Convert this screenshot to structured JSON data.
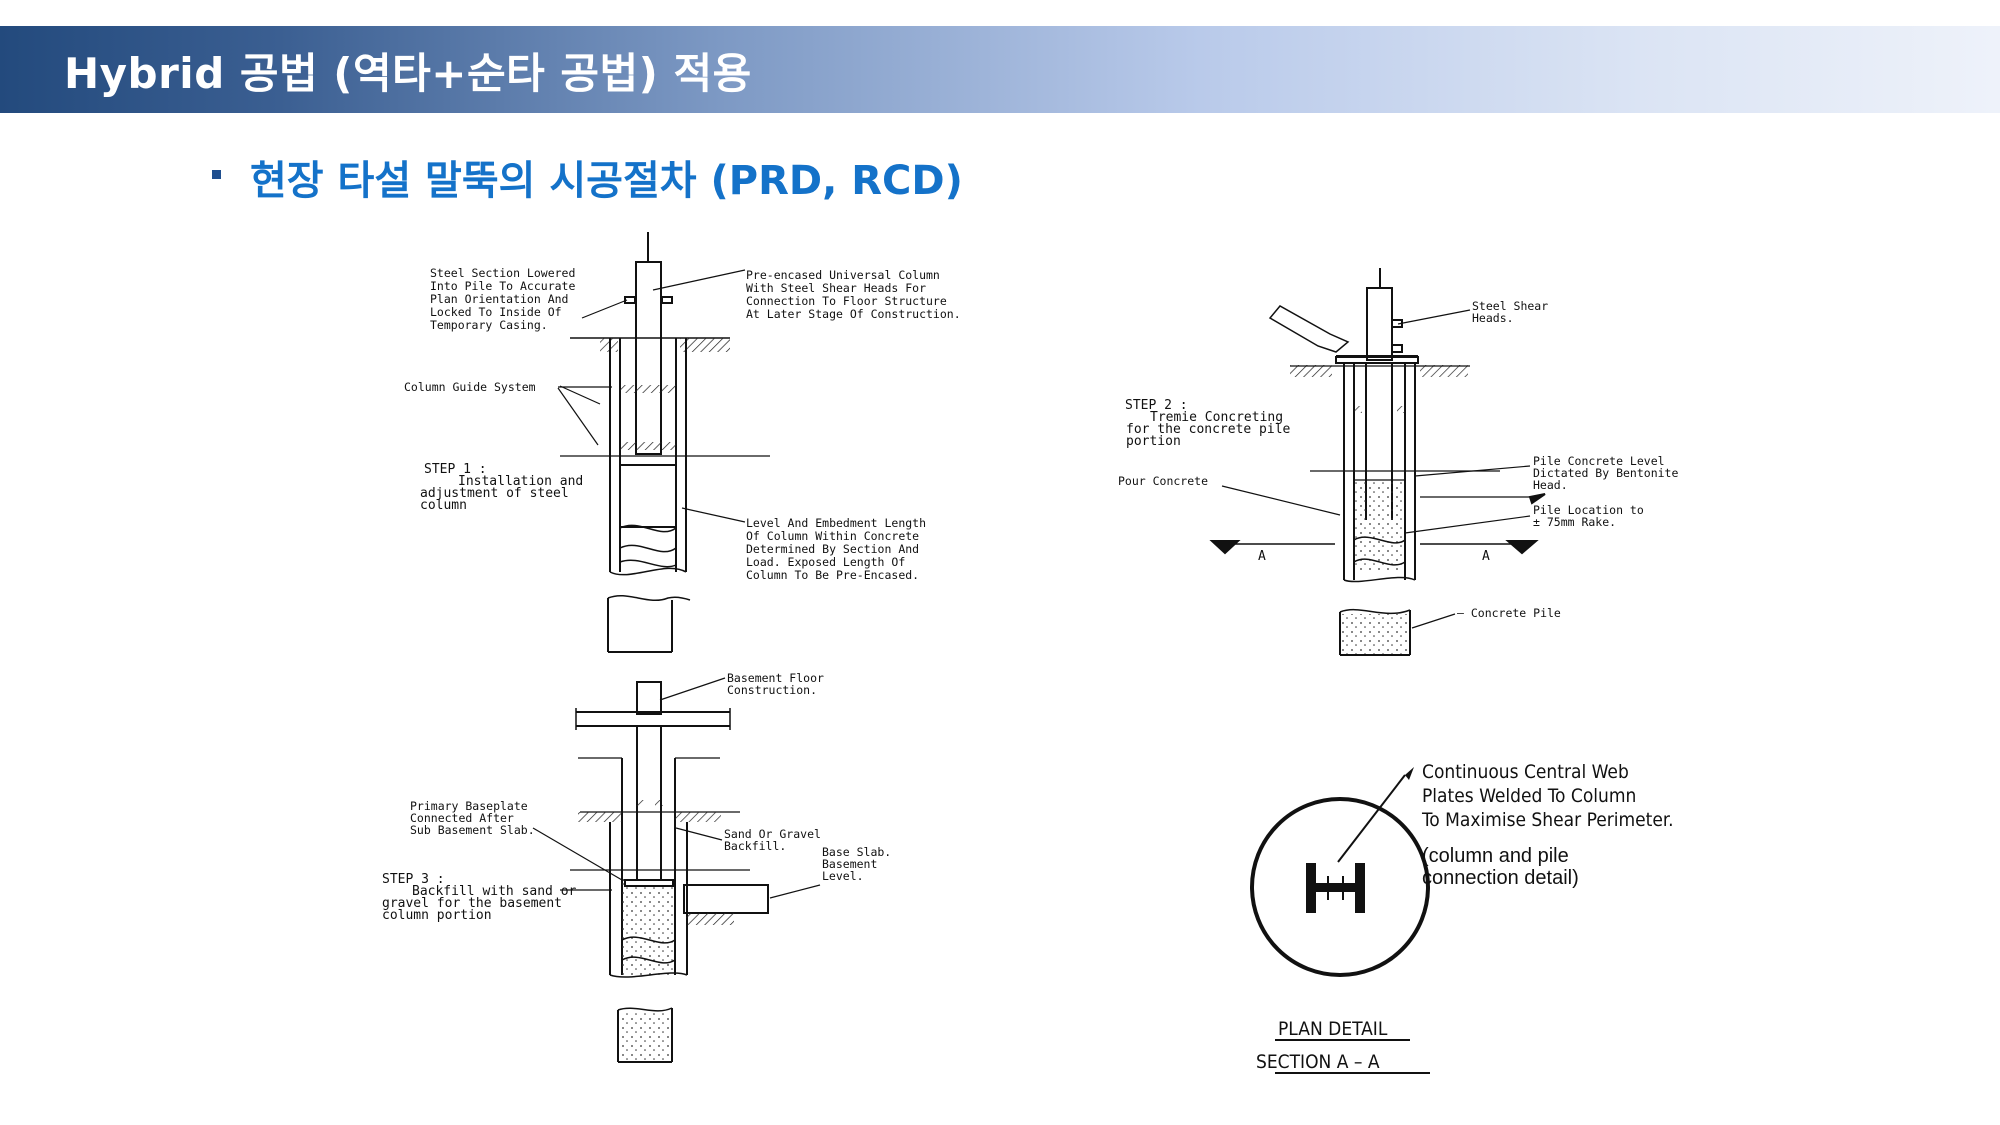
{
  "header": {
    "title": "Hybrid 공법 (역타+순타 공법) 적용"
  },
  "subtitle": {
    "text": "현장 타설 말뚝의 시공절차 (PRD, RCD)"
  },
  "step1": {
    "note_top_left": [
      "Steel Section Lowered",
      "Into Pile To Accurate",
      "Plan Orientation And",
      "Locked To Inside Of",
      "Temporary Casing."
    ],
    "note_top_right": [
      "Pre-encased Universal Column",
      "With Steel Shear Heads For",
      "Connection To Floor Structure",
      "At Later Stage Of Construction."
    ],
    "guide": "Column Guide System",
    "step_title": "STEP 1 :",
    "step_desc": [
      "Installation and",
      "adjustment of steel",
      "column"
    ],
    "note_bottom": [
      "Level And Embedment Length",
      "Of Column Within Concrete",
      "Determined By Section And",
      "Load. Exposed Length Of",
      "Column To Be Pre-Encased."
    ]
  },
  "step2": {
    "shear": [
      "Steel Shear",
      "Heads."
    ],
    "step_title": "STEP 2 :",
    "step_desc": [
      "Tremie Concreting",
      "for the concrete pile",
      "portion"
    ],
    "pour": "Pour Concrete",
    "level": [
      "Pile Concrete Level",
      "Dictated By Bentonite",
      "Head."
    ],
    "location": [
      "Pile Location to",
      "± 75mm Rake."
    ],
    "section_mark": "A",
    "concrete_pile": "– Concrete Pile"
  },
  "step3": {
    "basement_floor": [
      "Basement Floor",
      "Construction."
    ],
    "baseplate": [
      "Primary Baseplate",
      "Connected After",
      "Sub Basement Slab."
    ],
    "sand": [
      "Sand Or Gravel",
      "Backfill."
    ],
    "base_slab": [
      "Base Slab.",
      "Basement",
      "Level."
    ],
    "step_title": "STEP 3 :",
    "step_desc": [
      "Backfill with sand or",
      "gravel for the basement",
      "column portion"
    ]
  },
  "plan": {
    "web_note": [
      "Continuous Central Web",
      "Plates Welded To Column",
      "To Maximise Shear Perimeter."
    ],
    "detail_note": [
      "(column and pile",
      "connection detail)"
    ],
    "title1": "PLAN DETAIL",
    "title2": "SECTION A – A"
  }
}
